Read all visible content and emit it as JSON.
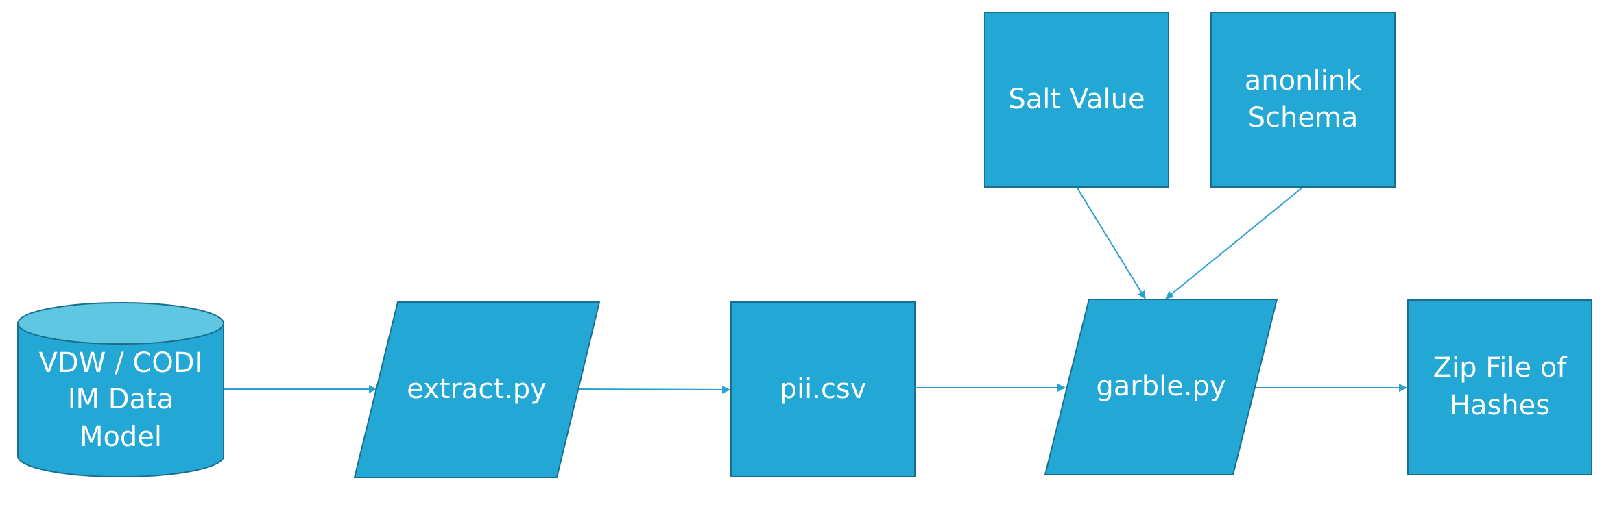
{
  "colors": {
    "node_fill": "#23A7D4",
    "node_stroke": "#1A6F8E",
    "cylinder_top": "#60C7E3",
    "edge": "#2A9FD0",
    "text": "#FFFFFF"
  },
  "nodes": {
    "vdw": {
      "lines": [
        "VDW / CODI",
        "IM Data",
        "Model"
      ],
      "shape": "cylinder"
    },
    "extract": {
      "lines": [
        "extract.py"
      ],
      "shape": "parallelogram"
    },
    "pii": {
      "lines": [
        "pii.csv"
      ],
      "shape": "rectangle"
    },
    "garble": {
      "lines": [
        "garble.py"
      ],
      "shape": "parallelogram"
    },
    "zip": {
      "lines": [
        "Zip File of",
        "Hashes"
      ],
      "shape": "rectangle"
    },
    "salt": {
      "lines": [
        "Salt Value"
      ],
      "shape": "rectangle"
    },
    "schema": {
      "lines": [
        "anonlink",
        "Schema"
      ],
      "shape": "rectangle"
    }
  },
  "edges": [
    {
      "from": "vdw",
      "to": "extract"
    },
    {
      "from": "extract",
      "to": "pii"
    },
    {
      "from": "pii",
      "to": "garble"
    },
    {
      "from": "garble",
      "to": "zip"
    },
    {
      "from": "salt",
      "to": "garble"
    },
    {
      "from": "schema",
      "to": "garble"
    }
  ]
}
